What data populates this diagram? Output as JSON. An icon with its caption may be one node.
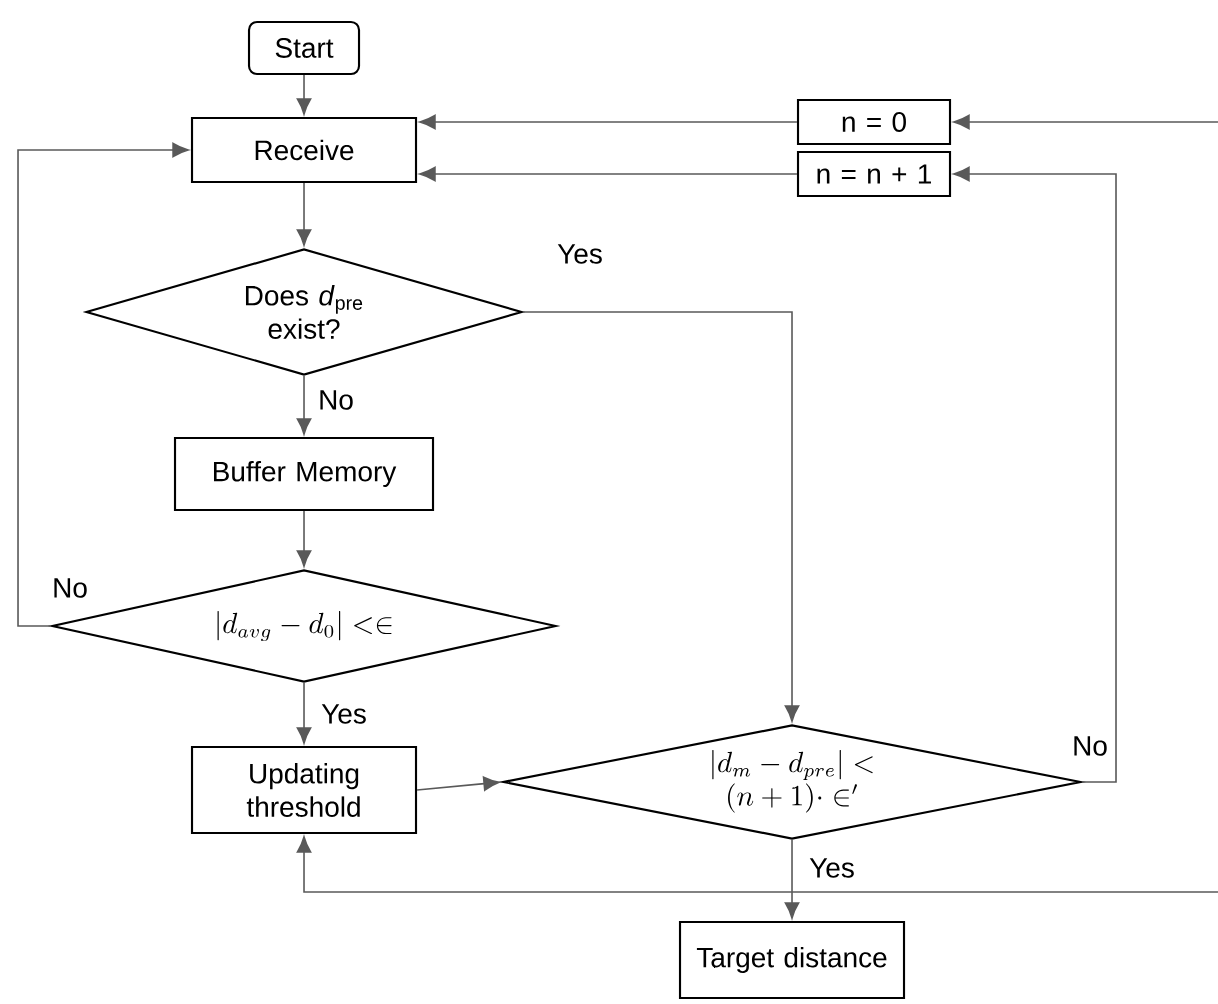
{
  "diagram": {
    "nodes": [
      {
        "text": [
          "Start"
        ]
      },
      {
        "text": [
          "Receive"
        ]
      },
      {
        "text": [
          "n = 0"
        ]
      },
      {
        "text": [
          "n = n + 1"
        ]
      },
      {
        "text": [
          "Does *d*$_{pre}$ exist?"
        ]
      },
      {
        "text": [
          "Buffer Memory"
        ]
      },
      {
        "text": [
          "|d_{avg}-d_{0}|<\\in"
        ]
      },
      {
        "text": [
          "Updating threshold"
        ]
      },
      {
        "text": [
          "\\begin{array}{c}|d_{m}-d_{pre}|<\\\\(n+1)\\cdot\\in'\\end{array}"
        ]
      },
      {
        "text": [
          "Target distance"
        ]
      }
    ],
    "edges": [
      {
        "from": 0,
        "to": 1,
        "arrow": "to"
      },
      {
        "from": 2,
        "to": 1,
        "arrow": "to"
      },
      {
        "from": 3,
        "to": 1,
        "arrow": "to"
      },
      {
        "from": null,
        "to": 2,
        "arrow": "to"
      },
      {
        "from": 1,
        "to": 4,
        "arrow": "to"
      },
      {
        "from": 4,
        "to": 5,
        "arrow": "to",
        "label": "No"
      },
      {
        "from": 4,
        "to": 8,
        "arrow": "to",
        "label": "Yes"
      },
      {
        "from": 5,
        "to": 6,
        "arrow": "to"
      },
      {
        "from": 6,
        "to": 1,
        "arrow": "to",
        "label": "No"
      },
      {
        "from": 6,
        "to": 7,
        "arrow": "to",
        "label": "Yes"
      },
      {
        "from": 7,
        "to": 8,
        "arrow": "to"
      },
      {
        "from": 8,
        "to": 3,
        "arrow": "to",
        "label": "No"
      },
      {
        "from": 8,
        "to": 9,
        "arrow": "to",
        "label": "Yes"
      },
      {
        "from": null,
        "to": 7,
        "arrow": "to"
      }
    ]
  }
}
